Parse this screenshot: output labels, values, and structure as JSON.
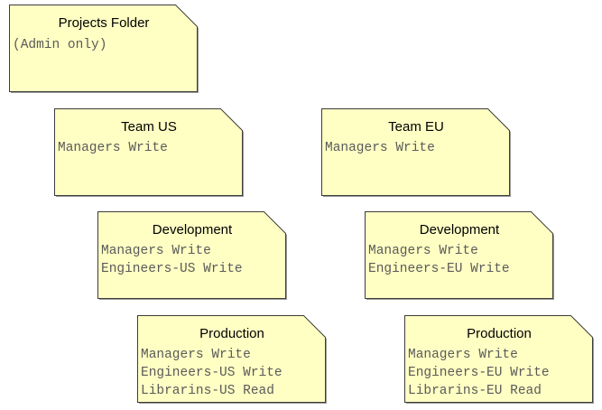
{
  "notes": [
    {
      "title": "Projects Folder",
      "lines": [
        "(Admin only)"
      ]
    },
    {
      "title": "Team US",
      "lines": [
        "Managers Write"
      ]
    },
    {
      "title": "Team EU",
      "lines": [
        "Managers Write"
      ]
    },
    {
      "title": "Development",
      "lines": [
        "Managers Write",
        "Engineers-US Write"
      ]
    },
    {
      "title": "Development",
      "lines": [
        "Managers Write",
        "Engineers-EU Write"
      ]
    },
    {
      "title": "Production",
      "lines": [
        "Managers Write",
        "Engineers-US Write",
        "Librarins-US Read"
      ]
    },
    {
      "title": "Production",
      "lines": [
        "Managers Write",
        "Engineers-EU Write",
        "Librarins-EU Read"
      ]
    }
  ],
  "colors": {
    "fill": "#FFFFC4",
    "border": "#3c3c3c",
    "shadow": "#9a9a9a"
  }
}
